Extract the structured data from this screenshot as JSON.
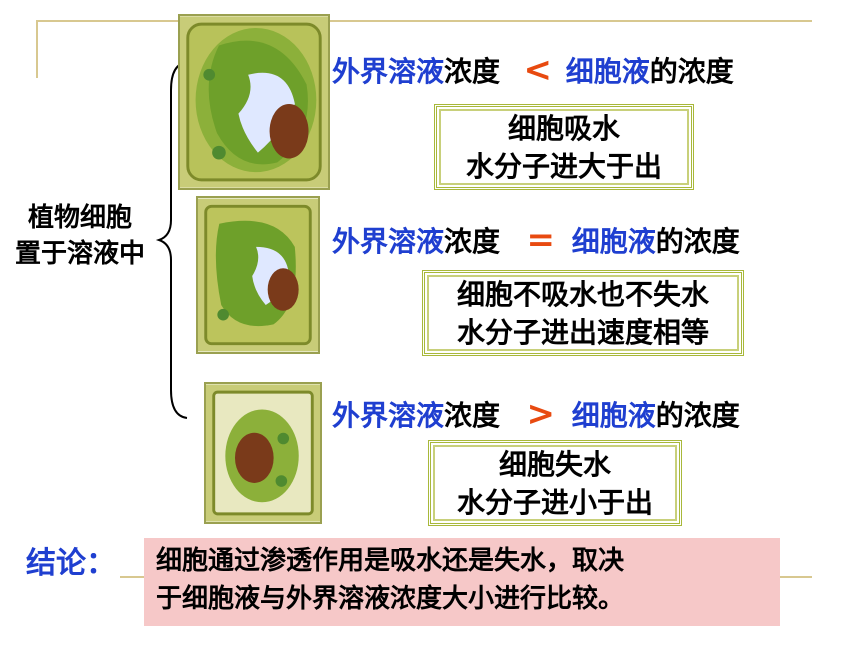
{
  "side_label": {
    "line1": "植物细胞",
    "line2": "置于溶液中"
  },
  "rows": [
    {
      "outer": "外界溶液",
      "conc": "浓度",
      "op": "<",
      "inner": "细胞液",
      "suffix": "的浓度",
      "box_line1": "细胞吸水",
      "box_line2": "水分子进大于出"
    },
    {
      "outer": "外界溶液",
      "conc": "浓度",
      "op": "=",
      "inner": "细胞液",
      "suffix": "的浓度",
      "box_line1": "细胞不吸水也不失水",
      "box_line2": "水分子进出速度相等"
    },
    {
      "outer": "外界溶液",
      "conc": "浓度",
      "op": ">",
      "inner": "细胞液",
      "suffix": "的浓度",
      "box_line1": "细胞失水",
      "box_line2": "水分子进小于出"
    }
  ],
  "conclusion": {
    "title": "结论：",
    "line1": "细胞通过渗透作用是吸水还是失水，取决",
    "line2": "于细胞液与外界溶液浓度大小进行比较。"
  },
  "colors": {
    "blue_text": "#1f3fd0",
    "operator": "#e84a10",
    "box_border": "#a8b83a",
    "conclusion_bg": "#f6c8c8",
    "rule": "#d8c890"
  }
}
